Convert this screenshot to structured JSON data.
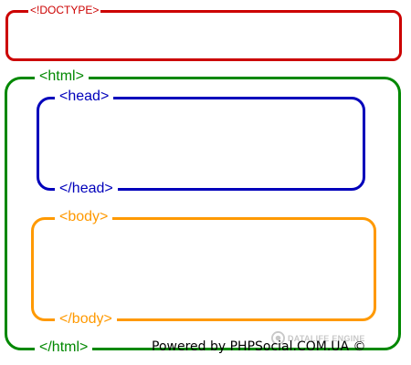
{
  "diagram": {
    "doctype": {
      "label": "<!DOCTYPE>",
      "color": "#cc0000"
    },
    "html": {
      "open": "<html>",
      "close": "</html>",
      "color": "#008800"
    },
    "head": {
      "open": "<head>",
      "close": "</head>",
      "color": "#0000bb"
    },
    "body": {
      "open": "<body>",
      "close": "</body>",
      "color": "#ff9900"
    }
  },
  "watermark": {
    "text": "DATALIFE ENGINE",
    "icon": "datalife-logo-icon"
  },
  "footer": {
    "powered_by": "Powered by PHPSocial.COM.UA ©"
  }
}
